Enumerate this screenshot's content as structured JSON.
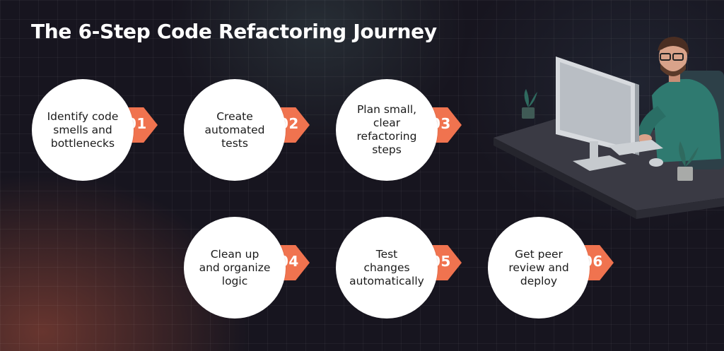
{
  "title": "The 6-Step Code Refactoring Journey",
  "colors": {
    "accent": "#f0734f",
    "background": "#17151f",
    "circle": "#ffffff",
    "text_dark": "#1a1a1a",
    "text_light": "#ffffff"
  },
  "steps": [
    {
      "number": "01",
      "label": "Identify code\nsmells and\nbottlenecks"
    },
    {
      "number": "02",
      "label": "Create\nautomated\ntests"
    },
    {
      "number": "03",
      "label": "Plan small,\nclear\nrefactoring\nsteps"
    },
    {
      "number": "04",
      "label": "Clean up\nand organize\nlogic"
    },
    {
      "number": "05",
      "label": "Test\nchanges\nautomatically"
    },
    {
      "number": "06",
      "label": "Get peer\nreview and\ndeploy"
    }
  ]
}
